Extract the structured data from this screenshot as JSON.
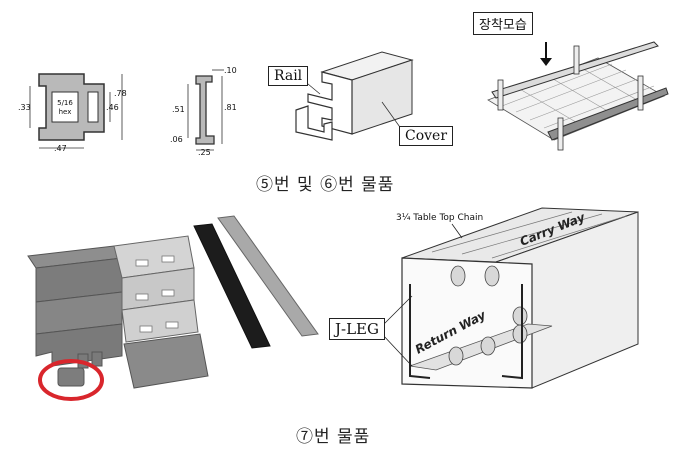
{
  "top_row": {
    "profile_a": {
      "center_label_line1": "5/16",
      "center_label_line2": "hex",
      "dim_left": ".33",
      "dim_inner": ".46",
      "dim_right": ".78",
      "dim_bottom": ".47"
    },
    "profile_b": {
      "dim_top": ".10",
      "dim_left": ".51",
      "dim_right": ".81",
      "dim_bottom_left": ".06",
      "dim_bottom": ".25"
    },
    "cover_drawing": {
      "label_rail": "Rail",
      "label_cover": "Cover"
    },
    "installed_view": {
      "label": "장착모습"
    },
    "caption": "⑤번 및 ⑥번 물품"
  },
  "bottom_row": {
    "chain_photo": {
      "highlight_color": "#d9262c"
    },
    "conveyor_section": {
      "label_chain": "3¼ Table Top Chain",
      "label_carry": "Carry Way",
      "label_return": "Return Way",
      "label_jleg": "J-LEG"
    },
    "caption": "⑦번 물품"
  }
}
